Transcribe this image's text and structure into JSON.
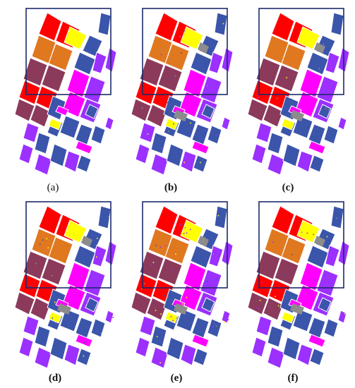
{
  "figure": {
    "panels": [
      {
        "id": "a",
        "label": "(a)",
        "bold": false,
        "noise": "none"
      },
      {
        "id": "b",
        "label": "(b)",
        "bold": true,
        "noise": "medium"
      },
      {
        "id": "c",
        "label": "(c)",
        "bold": true,
        "noise": "light"
      },
      {
        "id": "d",
        "label": "(d)",
        "bold": true,
        "noise": "medium"
      },
      {
        "id": "e",
        "label": "(e)",
        "bold": true,
        "noise": "heavy"
      },
      {
        "id": "f",
        "label": "(f)",
        "bold": true,
        "noise": "medium"
      }
    ],
    "colors": {
      "red": "#ff0000",
      "orange": "#e07820",
      "maroon": "#8b3a5c",
      "yellow": "#ffff00",
      "blue": "#3a55aa",
      "purple": "#9b30ff",
      "magenta": "#ff00ff",
      "gray": "#8c8c8c",
      "box": "#1c2a6b"
    }
  }
}
